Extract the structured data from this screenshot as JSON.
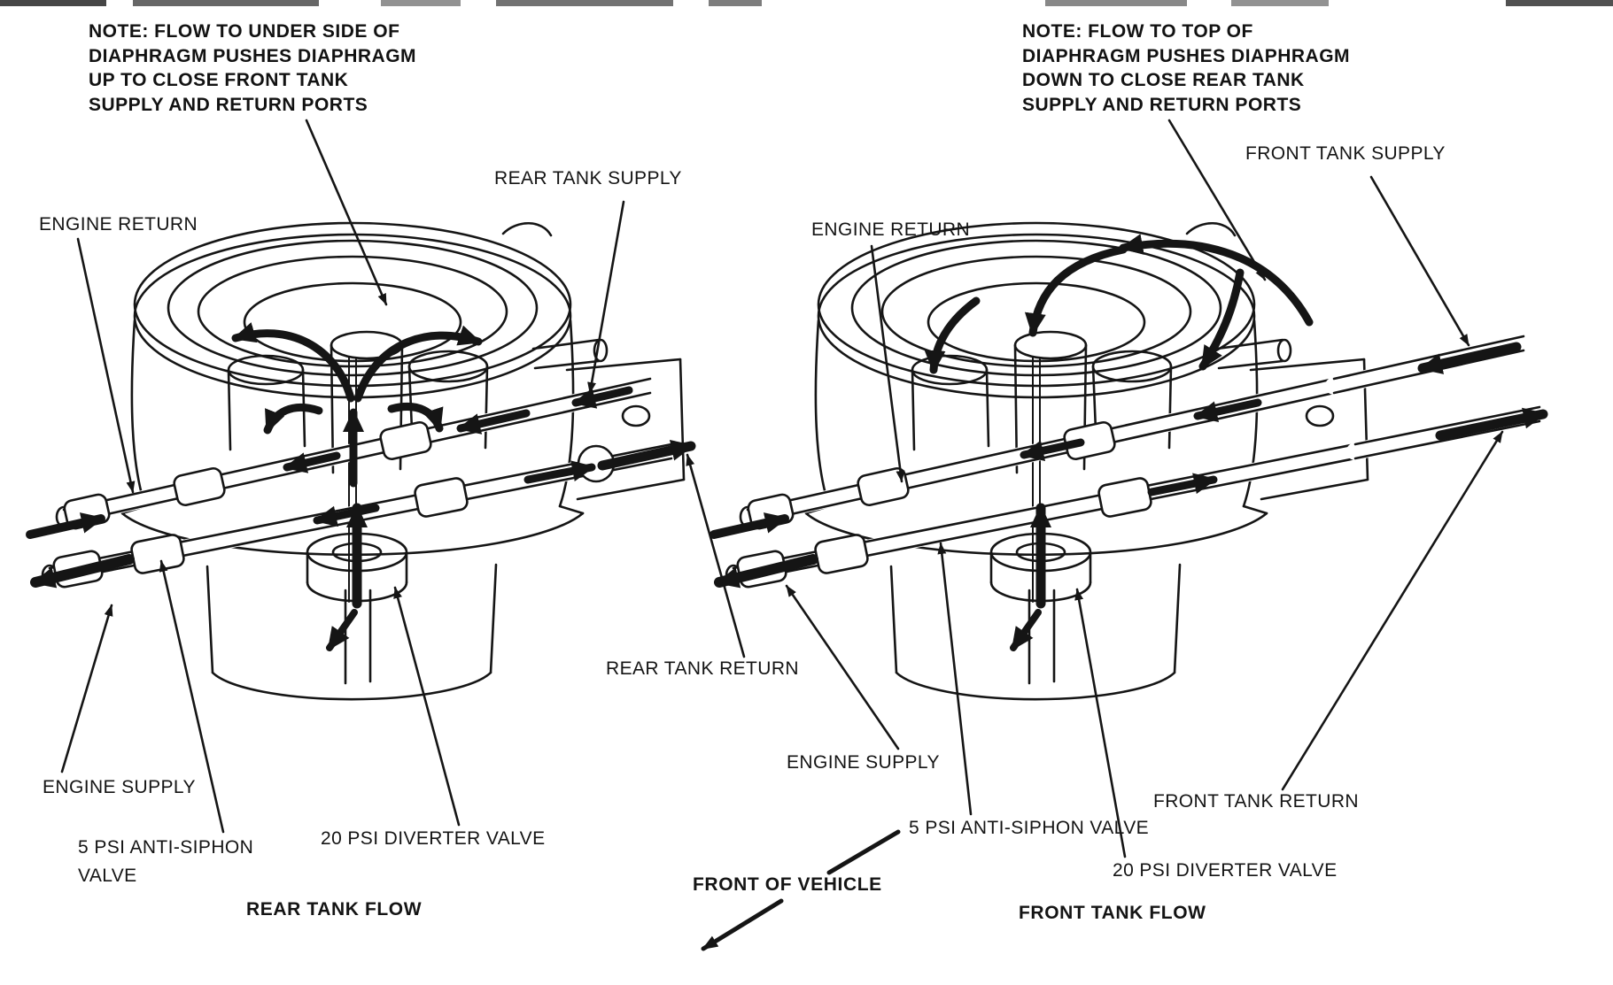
{
  "page": {
    "background_color": "#ffffff",
    "ink_color": "#141414",
    "description": "Fuel tank selector (diverter) valve flow diagram, two cutaway views"
  },
  "left_diagram": {
    "note": {
      "lines": [
        "NOTE: FLOW TO UNDER SIDE OF",
        "DIAPHRAGM PUSHES DIAPHRAGM",
        "UP TO CLOSE FRONT TANK",
        "SUPPLY AND RETURN PORTS"
      ]
    },
    "labels": {
      "rear_tank_supply": "REAR TANK SUPPLY",
      "engine_return": "ENGINE RETURN",
      "rear_tank_return": "REAR TANK RETURN",
      "engine_supply": "ENGINE SUPPLY",
      "anti_siphon_line1": "5 PSI ANTI-SIPHON",
      "anti_siphon_line2": "VALVE",
      "diverter": "20 PSI DIVERTER VALVE"
    },
    "caption": "REAR TANK FLOW"
  },
  "right_diagram": {
    "note": {
      "lines": [
        "NOTE: FLOW TO TOP OF",
        "DIAPHRAGM PUSHES DIAPHRAGM",
        "DOWN TO CLOSE REAR TANK",
        "SUPPLY AND RETURN PORTS"
      ]
    },
    "labels": {
      "front_tank_supply": "FRONT TANK SUPPLY",
      "engine_return": "ENGINE RETURN",
      "engine_supply": "ENGINE SUPPLY",
      "anti_siphon": "5 PSI ANTI-SIPHON VALVE",
      "front_tank_return": "FRONT TANK RETURN",
      "diverter": "20 PSI DIVERTER VALVE"
    },
    "caption": "FRONT TANK FLOW"
  },
  "center": {
    "front_of_vehicle": "FRONT OF VEHICLE"
  }
}
